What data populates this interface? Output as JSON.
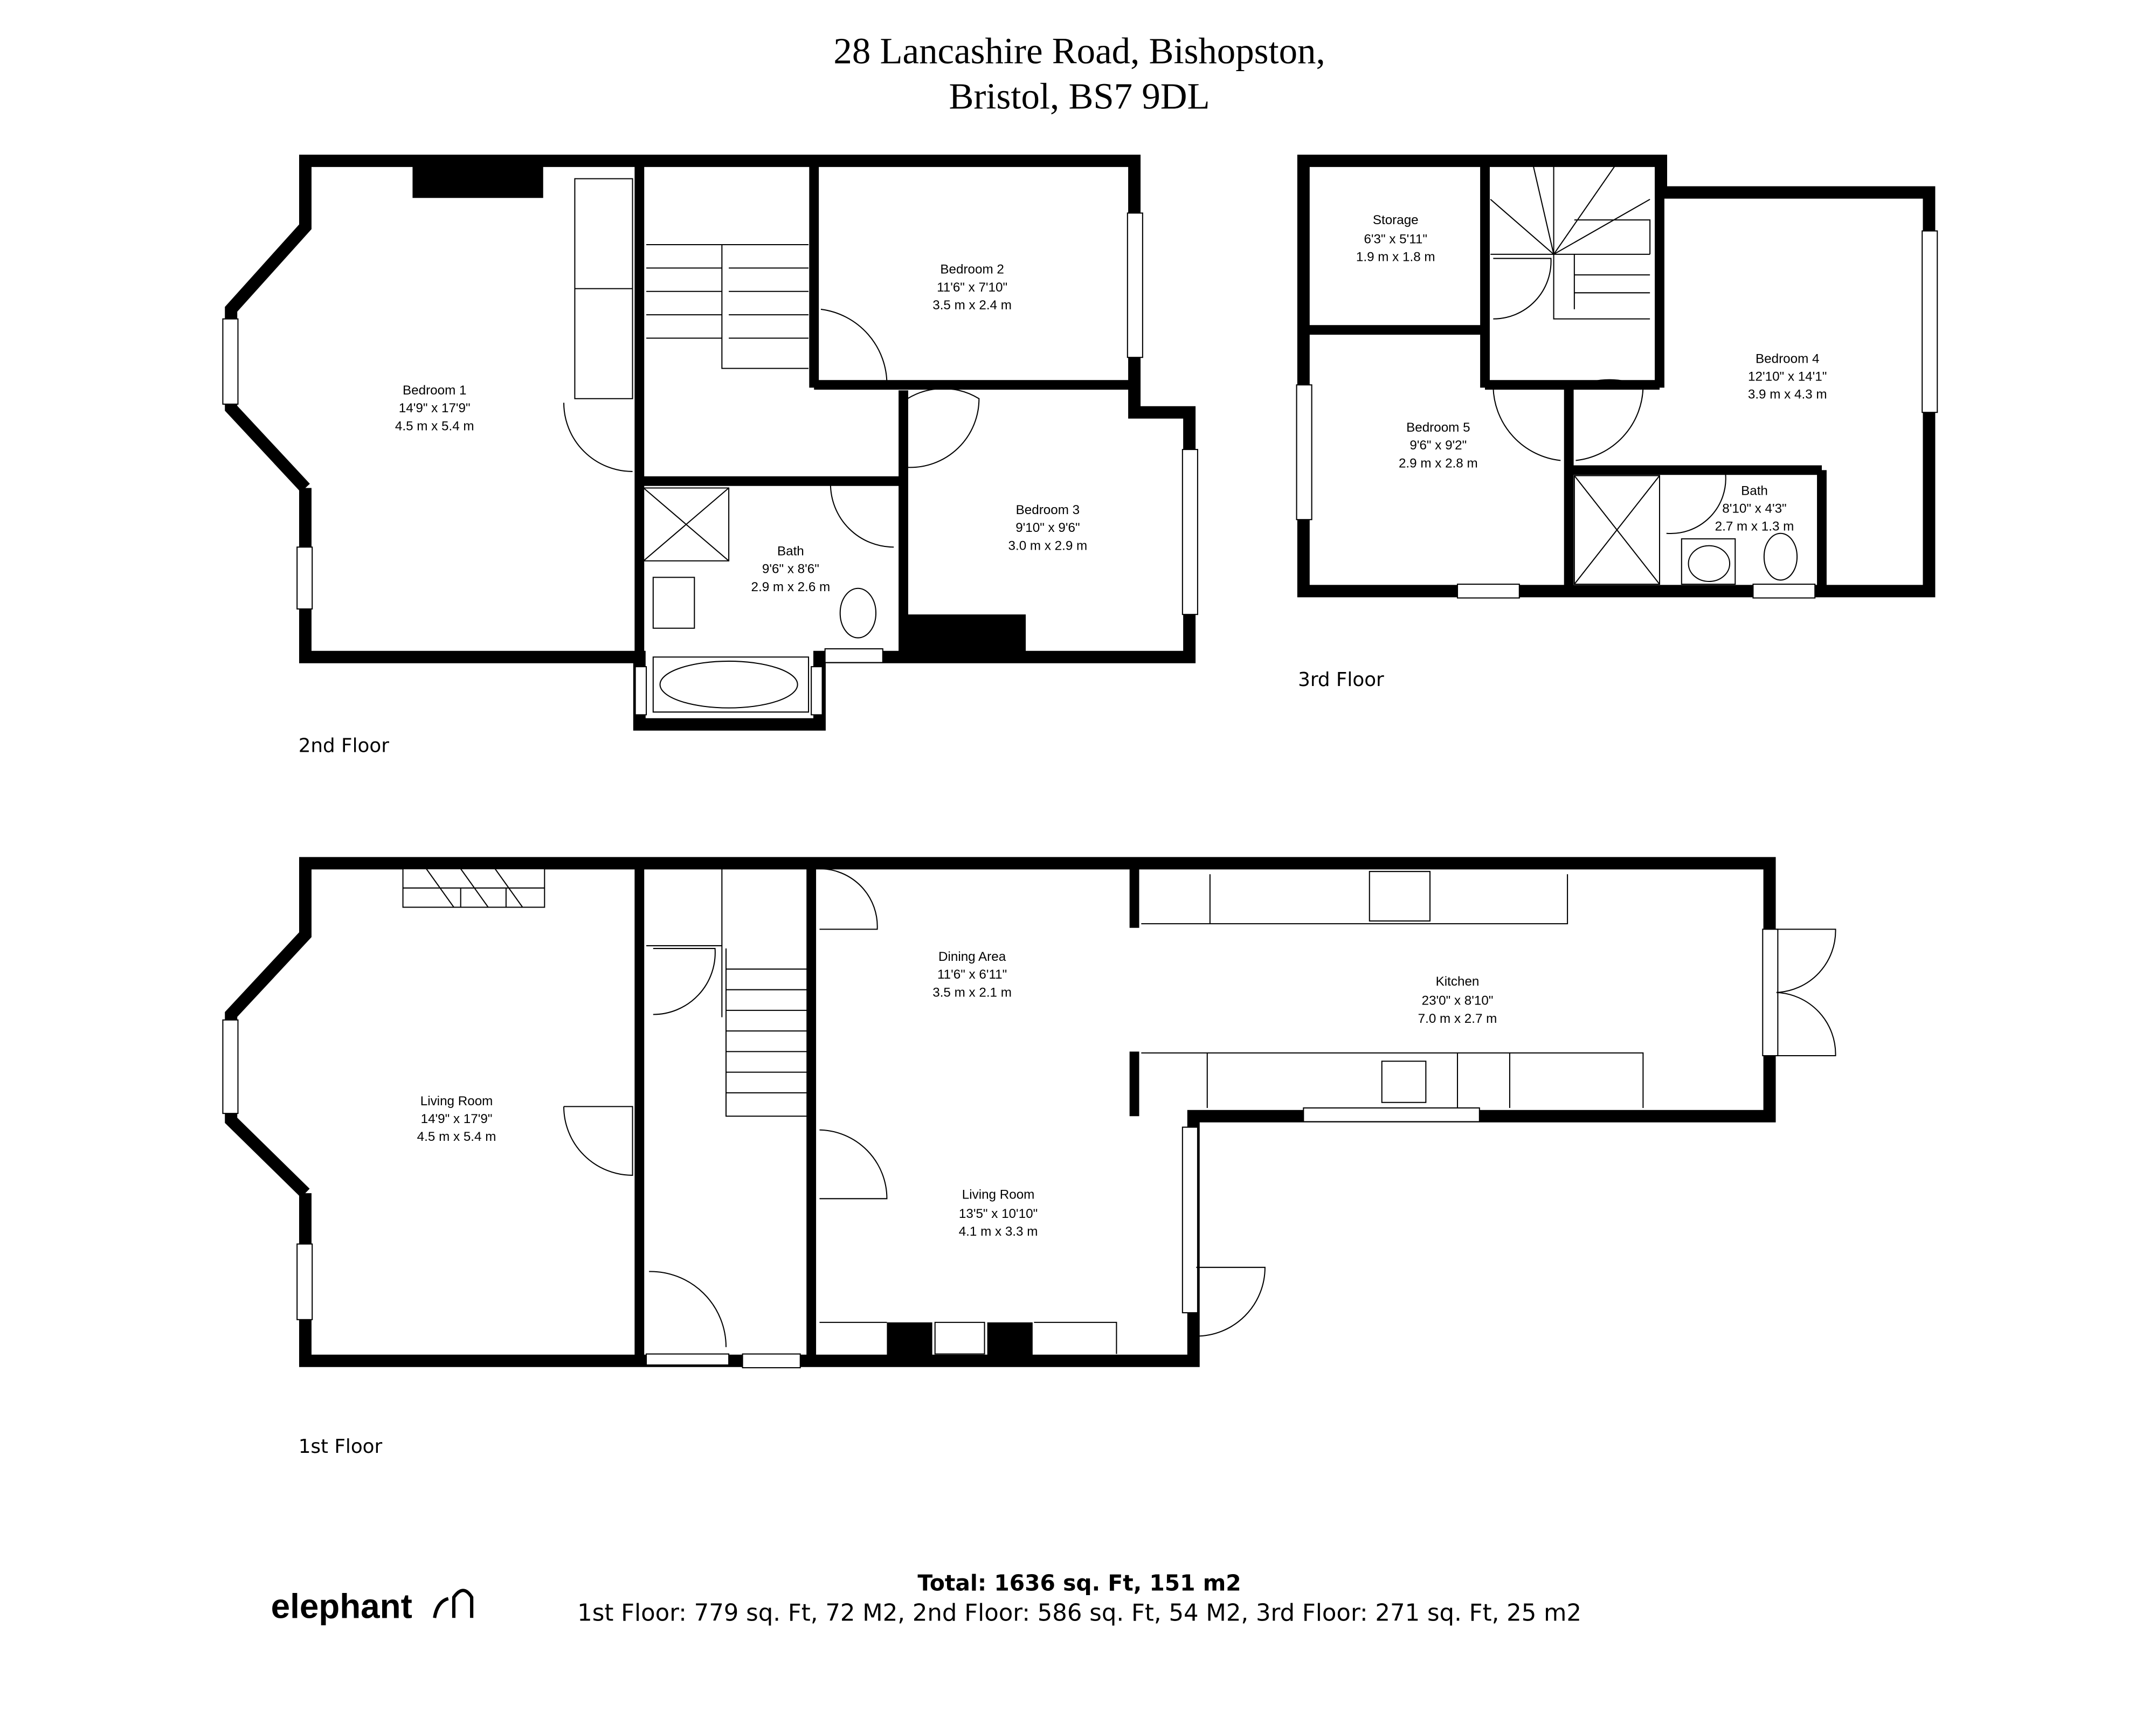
{
  "title": {
    "line1": "28 Lancashire Road, Bishopston,",
    "line2": "Bristol, BS7 9DL"
  },
  "floors": {
    "second": {
      "label": "2nd Floor",
      "rooms": [
        {
          "name": "Bedroom 1",
          "imperial": "14'9\" x 17'9\"",
          "metric": "4.5 m x 5.4 m"
        },
        {
          "name": "Bedroom 2",
          "imperial": "11'6\" x 7'10\"",
          "metric": "3.5 m x 2.4 m"
        },
        {
          "name": "Bedroom 3",
          "imperial": "9'10\" x 9'6\"",
          "metric": "3.0 m x 2.9 m"
        },
        {
          "name": "Bath",
          "imperial": "9'6\" x 8'6\"",
          "metric": "2.9 m x 2.6 m"
        }
      ]
    },
    "third": {
      "label": "3rd Floor",
      "rooms": [
        {
          "name": "Storage",
          "imperial": "6'3\" x 5'11\"",
          "metric": "1.9 m x 1.8 m"
        },
        {
          "name": "Bedroom 5",
          "imperial": "9'6\" x 9'2\"",
          "metric": "2.9 m x 2.8 m"
        },
        {
          "name": "Bedroom 4",
          "imperial": "12'10\" x 14'1\"",
          "metric": "3.9 m x 4.3 m"
        },
        {
          "name": "Bath",
          "imperial": "8'10\" x 4'3\"",
          "metric": "2.7 m x 1.3 m"
        }
      ]
    },
    "first": {
      "label": "1st Floor",
      "rooms": [
        {
          "name": "Living Room",
          "imperial": "14'9\" x 17'9\"",
          "metric": "4.5 m x 5.4 m"
        },
        {
          "name": "Dining Area",
          "imperial": "11'6\" x 6'11\"",
          "metric": "3.5 m x 2.1 m"
        },
        {
          "name": "Kitchen",
          "imperial": "23'0\" x 8'10\"",
          "metric": "7.0 m x 2.7 m"
        },
        {
          "name": "Living Room",
          "imperial": "13'5\" x 10'10\"",
          "metric": "4.1 m x 3.3 m"
        }
      ]
    }
  },
  "footer": {
    "total": "Total: 1636 sq. Ft, 151 m2",
    "breakdown": "1st Floor: 779 sq. Ft, 72 M2, 2nd Floor: 586 sq. Ft, 54 M2, 3rd Floor: 271 sq. Ft, 25 m2",
    "logo": "elephant"
  }
}
